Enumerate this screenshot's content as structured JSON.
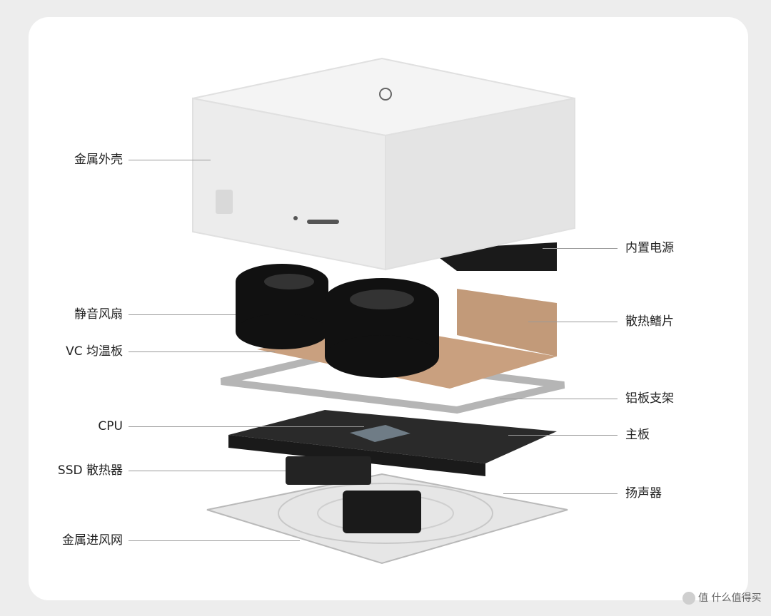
{
  "labels_left": [
    "金属外壳",
    "静音风扇",
    "VC 均温板",
    "CPU",
    "SSD 散热器",
    "金属进风网"
  ],
  "labels_right": [
    "内置电源",
    "散热鳍片",
    "铝板支架",
    "主板",
    "扬声器"
  ],
  "watermark": "值 什么值得买",
  "colors": {
    "shell": "#f2f2f2",
    "fan": "#111111",
    "copper": "#c9a07f",
    "mesh": "#d8d8d8",
    "board": "#2a2a2a"
  }
}
